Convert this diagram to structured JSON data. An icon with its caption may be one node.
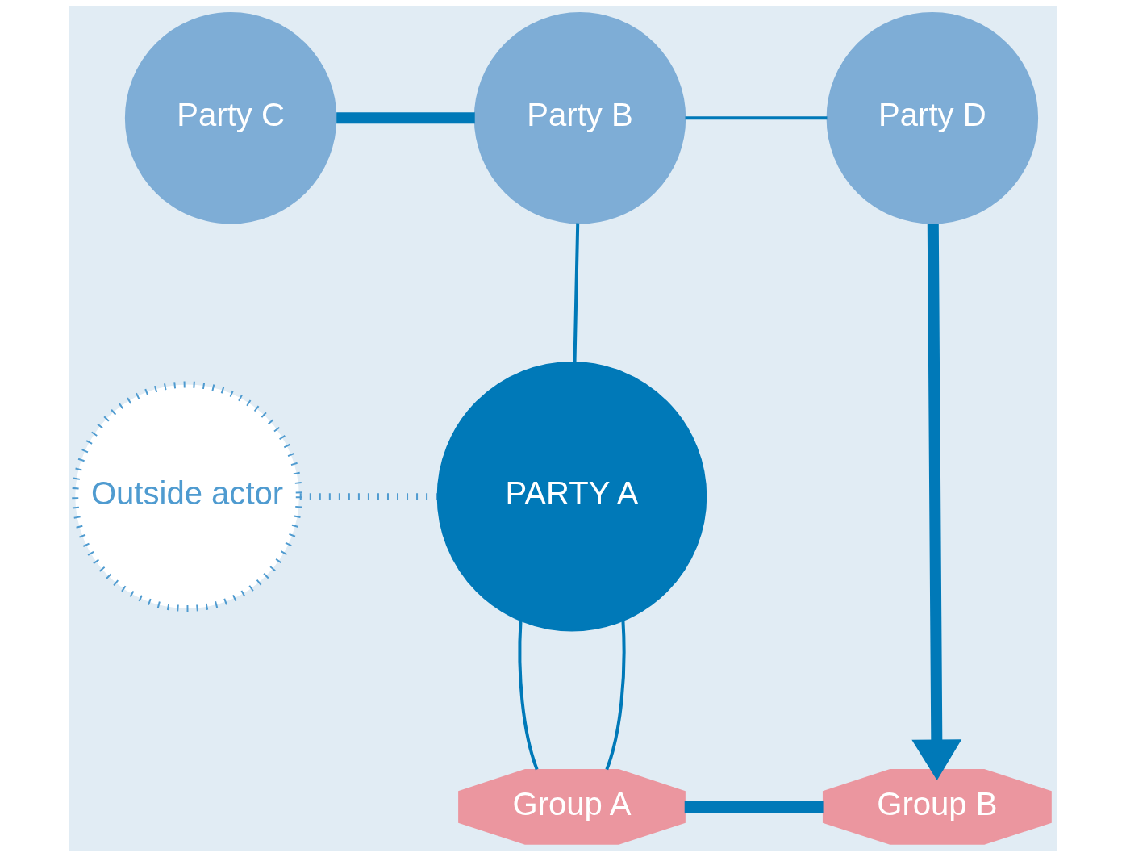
{
  "diagram": {
    "nodes": [
      {
        "text": [
          "Party C"
        ]
      },
      {
        "text": [
          "Party B"
        ]
      },
      {
        "text": [
          "Party D"
        ]
      },
      {
        "text": [
          "Outside actor"
        ]
      },
      {
        "text": [
          "PARTY A"
        ]
      },
      {
        "text": [
          "Group A"
        ]
      },
      {
        "text": [
          "Group B"
        ]
      }
    ],
    "edges": [
      {
        "from": 0,
        "to": 1,
        "arrow": "none",
        "style": "thick"
      },
      {
        "from": 1,
        "to": 2,
        "arrow": "none"
      },
      {
        "from": 1,
        "to": 4,
        "arrow": "none"
      },
      {
        "from": 3,
        "to": 4,
        "arrow": "none",
        "style": "dashed",
        "color": "#4f9bd0"
      },
      {
        "from": 4,
        "to": 5,
        "arrow": "none"
      },
      {
        "from": 4,
        "to": 5,
        "arrow": "none"
      },
      {
        "from": 2,
        "to": 6,
        "arrow": "to",
        "style": "thick"
      },
      {
        "from": 5,
        "to": 6,
        "arrow": "none",
        "style": "thick"
      }
    ]
  }
}
